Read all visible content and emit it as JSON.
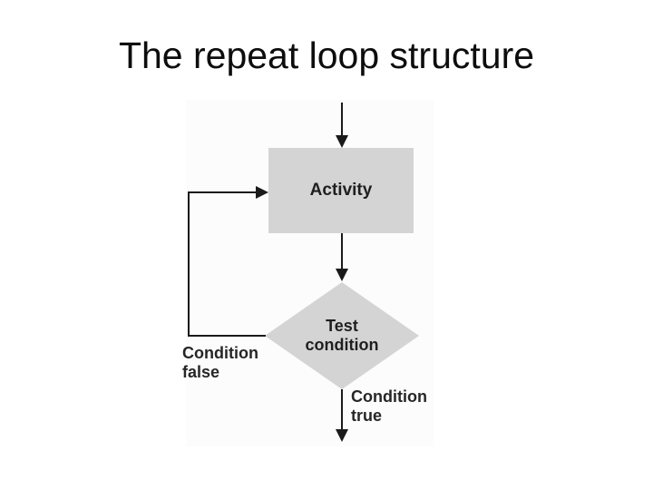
{
  "slide": {
    "title": "The repeat loop structure"
  },
  "diagram": {
    "type": "flowchart",
    "activity": {
      "label": "Activity"
    },
    "decision": {
      "line1": "Test",
      "line2": "condition"
    },
    "false_branch": {
      "line1": "Condition",
      "line2": "false"
    },
    "true_branch": {
      "line1": "Condition",
      "line2": "true"
    },
    "colors": {
      "shape_fill": "#d4d4d4",
      "line": "#1a1a1a",
      "shape_text": "#1f1f1f",
      "title_text": "#0d0d0d",
      "background": "#ffffff"
    }
  }
}
